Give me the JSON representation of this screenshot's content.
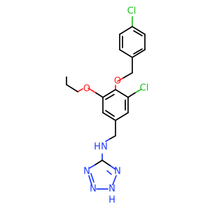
{
  "atoms": {
    "cl_top": "Cl",
    "o_ether": "O",
    "o_ethoxy": "O",
    "cl_ring": "Cl",
    "nh_amine": "N",
    "h_amine": "H",
    "n_ring_top": "N",
    "n_ring_left": "N",
    "n_ring_bottom": "N",
    "nh_ring": "N",
    "h_ring": "H"
  },
  "colors": {
    "carbon": "#000000",
    "chlorine": "#1fc11f",
    "oxygen": "#ff1f1f",
    "nitrogen": "#1f39ff"
  }
}
